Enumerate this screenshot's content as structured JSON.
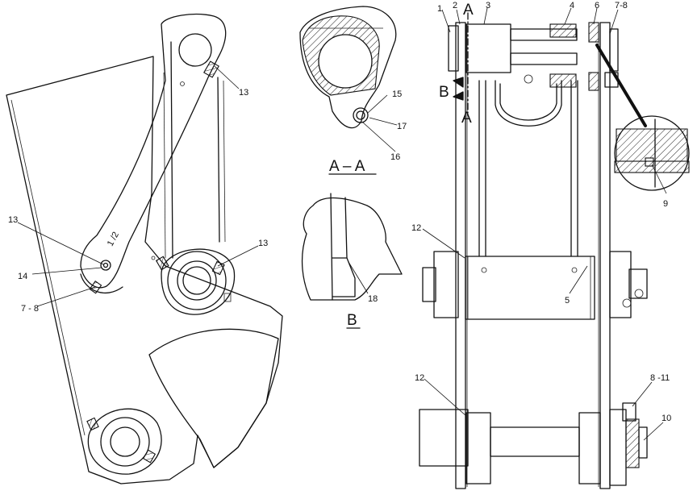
{
  "labels": {
    "p1": "1",
    "p2": "2",
    "p3": "3",
    "p4": "4",
    "p6": "6",
    "p7_8_top": "7-8",
    "p9": "9",
    "p12_a": "12",
    "p12_b": "12",
    "p5": "5",
    "p8_11": "8 -11",
    "p10": "10",
    "p13_a": "13",
    "p13_b": "13",
    "p13_c": "13",
    "p14": "14",
    "p7_8_left": "7 - 8",
    "p15": "15",
    "p16": "16",
    "p17": "17",
    "p18": "18",
    "sec_a_top": "A",
    "sec_a_bot": "A",
    "sec_b_arrow": "B",
    "section_aa": "A – A",
    "section_b": "B"
  }
}
